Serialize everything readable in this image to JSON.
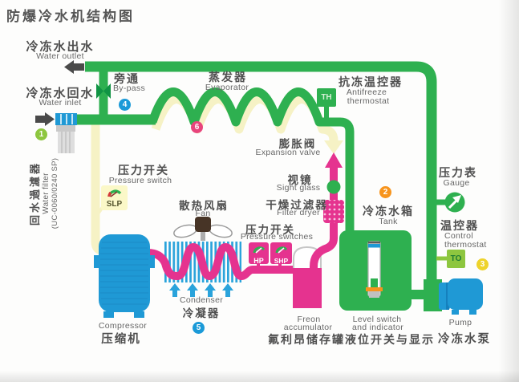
{
  "title": "防爆冷水机结构图",
  "labels": {
    "water_outlet": {
      "zh": "冷冻水出水",
      "en": "Water outlet"
    },
    "water_inlet": {
      "zh": "冷冻水回水",
      "en": "Water inlet"
    },
    "bypass": {
      "zh": "旁通",
      "en": "By-pass"
    },
    "evaporator": {
      "zh": "蒸发器",
      "en": "Evaporator"
    },
    "antifreeze_thermostat": {
      "zh": "抗冻温控器",
      "en1": "Antifreeze",
      "en2": "thermostat"
    },
    "expansion_valve": {
      "zh": "膨胀阀",
      "en": "Expansion valve"
    },
    "pressure_switch": {
      "zh": "压力开关",
      "en": "Pressure switch"
    },
    "sight_glass": {
      "zh": "视镜",
      "en": "Sight glass"
    },
    "filter_dryer": {
      "zh": "干燥过滤器",
      "en": "Filter dryer"
    },
    "pressure_switches": {
      "zh": "压力开关",
      "en": "Pressure switches"
    },
    "fan": {
      "zh": "散热风扇",
      "en": "Fan"
    },
    "condenser": {
      "en": "Condenser",
      "zh": "冷凝器"
    },
    "compressor": {
      "en": "Compressor",
      "zh": "压缩机"
    },
    "freon_accumulator": {
      "en1": "Freon",
      "en2": "accumulator",
      "zh": "氟利昂储存罐"
    },
    "tank": {
      "zh": "冷冻水箱",
      "en": "Tank"
    },
    "level_switch": {
      "en1": "Level switch",
      "en2": "and indicator",
      "zh": "液位开关与显示"
    },
    "gauge": {
      "zh": "压力表",
      "en": "Gauge"
    },
    "control_thermostat": {
      "zh": "温控器",
      "en1": "Control",
      "en2": "thermostat"
    },
    "pump": {
      "en": "Pump",
      "zh": "冷冻水泵"
    },
    "water_filter": {
      "zh": "回水過濾器",
      "en": "Water filter",
      "model": "(UC-0060/0240 SP)"
    }
  },
  "badges": {
    "slp": "SLP",
    "hp": "HP",
    "shp": "SHP",
    "th": "TH",
    "to": "TO"
  },
  "markers": [
    {
      "n": "1",
      "color": "#8dc63f"
    },
    {
      "n": "2",
      "color": "#f7941d"
    },
    {
      "n": "3",
      "color": "#eed32b"
    },
    {
      "n": "4",
      "color": "#1b9ad8"
    },
    {
      "n": "5",
      "color": "#1b9ad8"
    },
    {
      "n": "6",
      "color": "#e8447c"
    }
  ],
  "colors": {
    "pipe_green": "#2eb050",
    "valve_dark_green": "#119444",
    "refrigerant_pink": "#e5338f",
    "suction_yellow": "#f6f2c5",
    "component_blue": "#1f99d5",
    "condenser_blue": "#2aa3db",
    "badge_yellow": "#fbf8c8",
    "to_green": "#8dc63f",
    "orange_level_band": "#f7941d"
  }
}
